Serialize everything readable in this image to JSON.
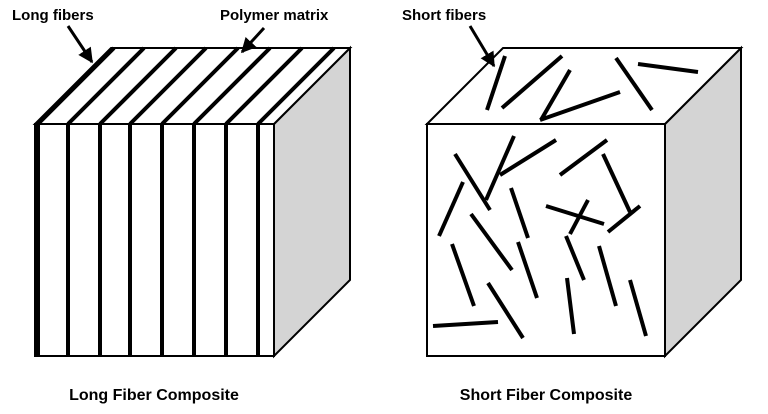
{
  "annotations": {
    "long_fibers": "Long fibers",
    "polymer_matrix": "Polymer matrix",
    "short_fibers": "Short fibers"
  },
  "captions": {
    "long": "Long Fiber Composite",
    "short": "Short Fiber Composite"
  },
  "colors": {
    "side_face": "#d4d4d4",
    "front_face": "#ffffff",
    "fiber": "#000000"
  }
}
